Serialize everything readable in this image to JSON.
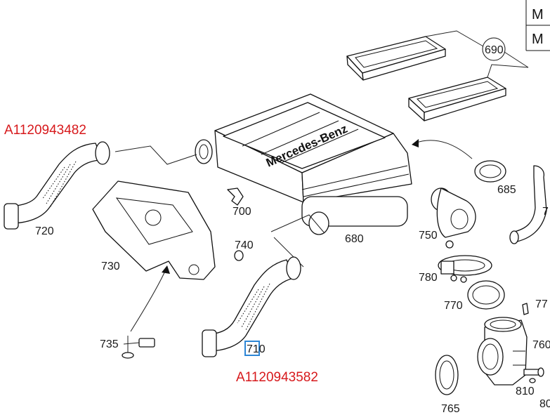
{
  "colors": {
    "part_number": "#d7191c",
    "label": "#1a1a1a",
    "highlight": "#2d86d6"
  },
  "table": {
    "rows": [
      "M",
      "M"
    ]
  },
  "part_numbers": {
    "top_left": "A1120943482",
    "bottom_center": "A1120943582"
  },
  "housing_brand": "Mercedes-Benz",
  "labels": {
    "l690": "690",
    "l685": "685",
    "l680": "680",
    "l700": "700",
    "l720": "720",
    "l730": "730",
    "l735": "735",
    "l740": "740",
    "l710": "710",
    "l750": "750",
    "l780": "780",
    "l770": "770",
    "l760": "760",
    "l765": "765",
    "l810": "810",
    "l7_right": "7",
    "l77_right": "77",
    "l80_right": "80"
  }
}
